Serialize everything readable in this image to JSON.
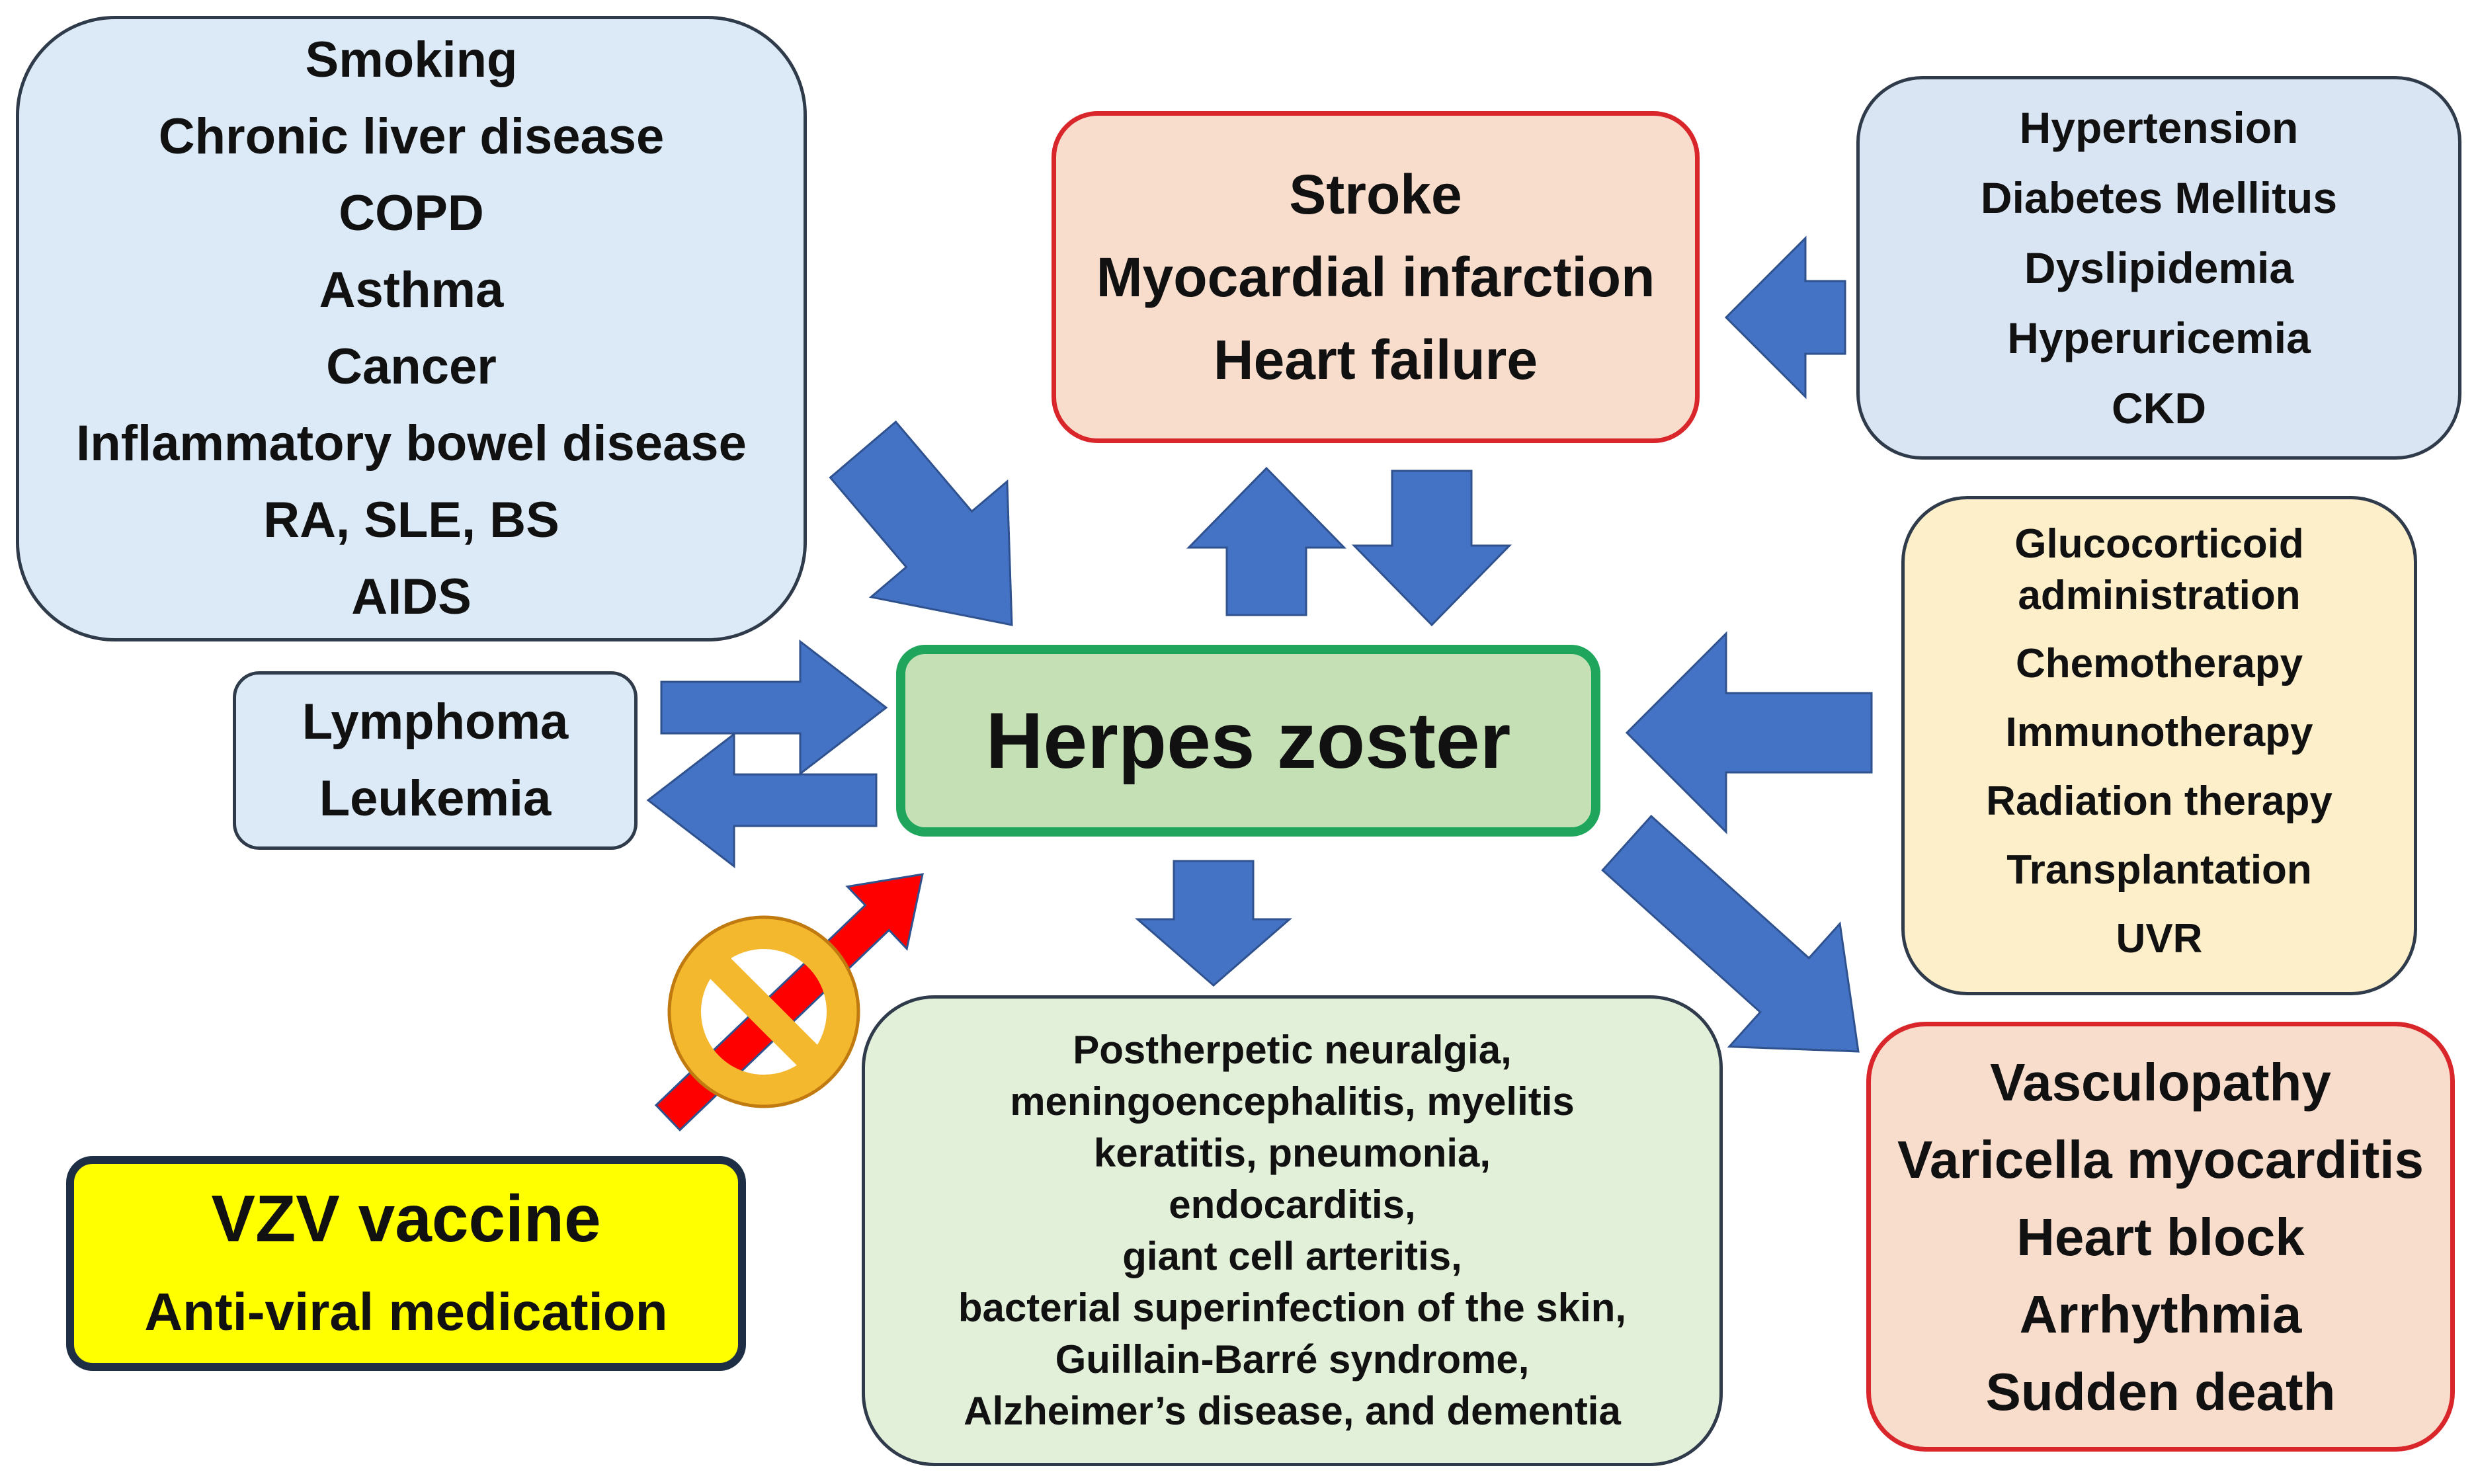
{
  "colors": {
    "arrow_blue": "#4472c4",
    "arrow_red": "#ff0000",
    "prohibit_fill": "#f4b82e",
    "prohibit_stroke": "#c07a10",
    "center_border": "#1fa65c",
    "center_fill": "#c5e0b4",
    "outcome_border": "#d9262b",
    "outcome_fill": "#f8dccc",
    "risk_fill": "#dce9f6",
    "drug_fill": "#fdefc9",
    "complication_fill": "#e2efd9",
    "vaccine_fill": "#ffff00"
  },
  "center": {
    "label": "Herpes zoster"
  },
  "risk_factors_left": {
    "items": [
      "Smoking",
      "Chronic liver disease",
      "COPD",
      "Asthma",
      "Cancer",
      "Inflammatory bowel disease",
      "RA, SLE, BS",
      "AIDS"
    ]
  },
  "hematologic": {
    "items": [
      "Lymphoma",
      "Leukemia"
    ]
  },
  "prevention": {
    "title": "VZV vaccine",
    "subtitle": "Anti-viral medication",
    "icon": "prohibition-icon"
  },
  "cardiovascular_events": {
    "items": [
      "Stroke",
      "Myocardial infarction",
      "Heart failure"
    ]
  },
  "metabolic_risks": {
    "items": [
      "Hypertension",
      "Diabetes Mellitus",
      "Dyslipidemia",
      "Hyperuricemia",
      "CKD"
    ]
  },
  "immunosuppression": {
    "items": [
      "Glucocorticoid",
      "administration",
      "Chemotherapy",
      "Immunotherapy",
      "Radiation therapy",
      "Transplantation",
      "UVR"
    ]
  },
  "complications": {
    "lines": [
      "Postherpetic neuralgia,",
      "meningoencephalitis, myelitis",
      "keratitis, pneumonia,",
      "endocarditis,",
      "giant cell arteritis,",
      "bacterial superinfection of the skin,",
      "Guillain-Barré syndrome,",
      "Alzheimer’s disease, and dementia"
    ]
  },
  "vzv_cardiac": {
    "items": [
      "Vasculopathy",
      "Varicella myocarditis",
      "Heart block",
      "Arrhythmia",
      "Sudden death"
    ]
  }
}
